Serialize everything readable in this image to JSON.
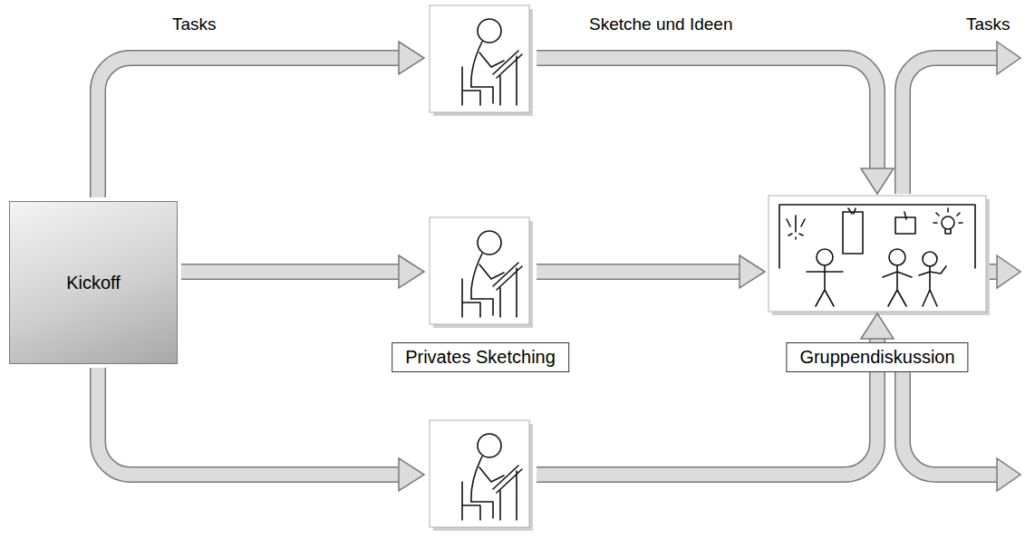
{
  "diagram": {
    "nodes": [
      {
        "text": [
          "Kickoff"
        ]
      },
      {
        "text": [
          "Privates Sketching"
        ]
      },
      {
        "text": [
          "Gruppendiskussion"
        ]
      }
    ],
    "edges": [
      {
        "from": 0,
        "to": 1,
        "arrow": "to"
      },
      {
        "from": 1,
        "to": 2,
        "arrow": "to"
      }
    ],
    "labels": [
      "Tasks",
      "Sketche und Ideen",
      "Tasks"
    ]
  }
}
